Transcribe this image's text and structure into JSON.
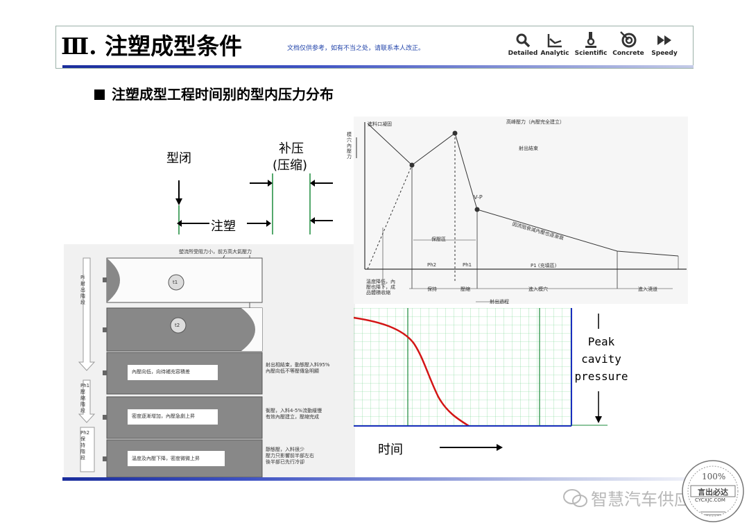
{
  "header": {
    "title": "Ⅲ.  注塑成型条件",
    "note": "文档仅供参考，如有不当之处，请联系本人改正。",
    "icons": [
      {
        "label": "Detailed",
        "icon": "magnifier-icon"
      },
      {
        "label": "Analytic",
        "icon": "chart-icon"
      },
      {
        "label": "Scientific",
        "icon": "microscope-icon"
      },
      {
        "label": "Concrete",
        "icon": "target-icon"
      },
      {
        "label": "Speedy",
        "icon": "fast-forward-icon"
      }
    ]
  },
  "section": {
    "heading": "注塑成型工程时间别的型内压力分布"
  },
  "process_labels": {
    "mold_close": "型闭",
    "pack": "补压",
    "compress": "(压缩)",
    "inject": "注塑"
  },
  "cavity_diagram": {
    "top_note": "塑流所受阻力小，前方高大氣壓力",
    "stage_pi": "Pi 射出階段",
    "stage_ph1": "Ph1 壓縮階段",
    "stage_ph2": "Ph2 保持階段",
    "markers": [
      "t1",
      "t2"
    ],
    "boxes": [
      {
        "inner": "內壓向低，向待補充容積差",
        "note": "射出相結束，動態壓入料95%\n內壓向低不等壓傳急明顯"
      },
      {
        "inner": "密度逐漸增加，內壓急劇上昇",
        "note": "衡壓，入料4-5%流動緩慢\n有效內壓建立，壓縮完成"
      },
      {
        "inner": "溫度及內壓下降，密度微微上昇",
        "note": "靜態壓，入料很少\n壓力只影響前半部左右\n後半部已先行冷卻"
      }
    ]
  },
  "pressure_graph": {
    "ylabel": "模穴內壓力",
    "annotations": {
      "gate_seal": "進料口凝固",
      "peak": "高峰壓力（內壓完全建立）",
      "injection_end": "射出結束",
      "vp": "V-P",
      "decay": "因流阻衰減內壓也逐漸衰",
      "hold_zone": "保壓區",
      "shot_process": "射出過程",
      "bottom_left": "溫度降低，內\n壓也降下，成\n品體積收縮"
    },
    "phases": [
      "Ph2",
      "Ph1",
      "P1 (充填區)"
    ],
    "lower_phases": [
      "保持",
      "壓縮",
      "進入模穴",
      "進入澆道"
    ]
  },
  "peak_chart": {
    "label": "Peak\ncavity\npressure",
    "time_label": "时间"
  },
  "watermark": "智慧汽车供应链",
  "stamp": {
    "top": "100%",
    "mid": "言出必达",
    "url": "CYCXJC.COM"
  }
}
